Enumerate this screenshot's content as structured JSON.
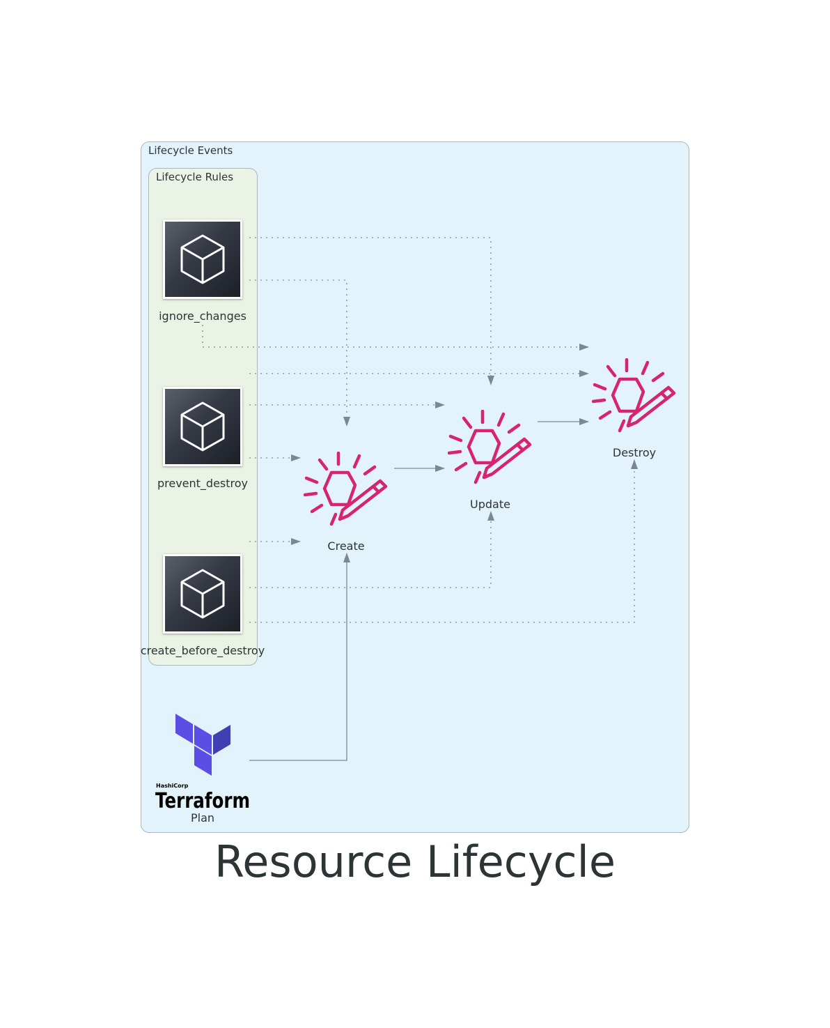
{
  "title": "Resource Lifecycle",
  "clusters": {
    "events_label": "Lifecycle Events",
    "rules_label": "Lifecycle Rules"
  },
  "nodes": {
    "ignore_changes": "ignore_changes",
    "prevent_destroy": "prevent_destroy",
    "create_before_destroy": "create_before_destroy",
    "create": "Create",
    "update": "Update",
    "destroy": "Destroy",
    "plan": "Plan"
  },
  "logo": {
    "small": "HashiCorp",
    "big": "Terraform"
  },
  "icons": {
    "rules": "cube-icon",
    "events": "lifecycle-event-icon",
    "plan": "terraform-logo-icon"
  },
  "colors": {
    "events_bg": "#e3f3fc",
    "rules_bg": "#ebf2e6",
    "event_icon": "#d6246e",
    "terraform": "#5c4ee5",
    "edge": "#7b8894"
  },
  "edges": [
    {
      "from": "ignore_changes",
      "to": "update",
      "style": "dotted"
    },
    {
      "from": "ignore_changes",
      "to": "create",
      "style": "dotted"
    },
    {
      "from": "ignore_changes",
      "to": "destroy",
      "style": "dotted"
    },
    {
      "from": "prevent_destroy",
      "to": "destroy",
      "style": "dotted"
    },
    {
      "from": "prevent_destroy",
      "to": "update",
      "style": "dotted"
    },
    {
      "from": "prevent_destroy",
      "to": "create",
      "style": "dotted"
    },
    {
      "from": "create_before_destroy",
      "to": "create",
      "style": "dotted"
    },
    {
      "from": "create_before_destroy",
      "to": "update",
      "style": "dotted"
    },
    {
      "from": "create_before_destroy",
      "to": "destroy",
      "style": "dotted"
    },
    {
      "from": "create",
      "to": "update",
      "style": "solid"
    },
    {
      "from": "update",
      "to": "destroy",
      "style": "solid"
    },
    {
      "from": "plan",
      "to": "create",
      "style": "solid"
    }
  ]
}
